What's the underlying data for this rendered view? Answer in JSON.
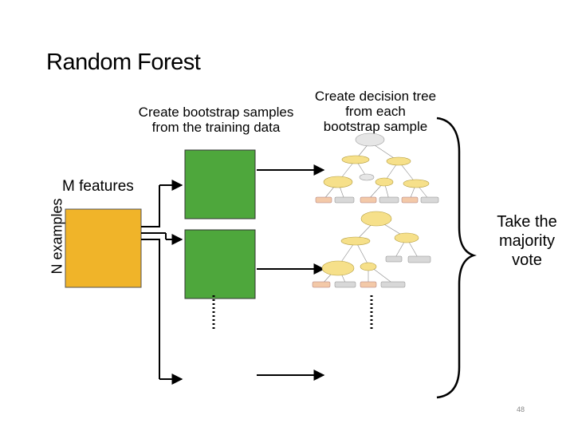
{
  "slide": {
    "title": "Random Forest",
    "page_number": "48"
  },
  "labels": {
    "bootstrap": [
      "Create bootstrap samples",
      "from the training data"
    ],
    "tree": [
      "Create decision tree",
      "from each",
      "bootstrap sample"
    ],
    "m_features": "M features",
    "n_examples": "N examples",
    "vote": [
      "Take the",
      "majority",
      "vote"
    ]
  },
  "colors": {
    "data_matrix": "#f0b429",
    "bootstrap_sample": "#4ea73c",
    "arrow": "#000000"
  },
  "icons": [
    "data-matrix",
    "bootstrap-sample",
    "decision-tree",
    "curly-brace",
    "arrow",
    "ellipsis-dots"
  ]
}
